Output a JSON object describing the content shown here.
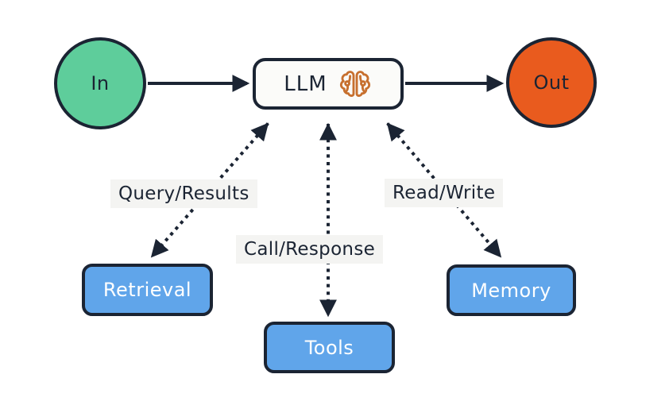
{
  "diagram": {
    "nodes": {
      "input": {
        "label": "In",
        "shape": "circle"
      },
      "llm": {
        "label": "LLM",
        "shape": "rounded-box",
        "icon": "brain-icon"
      },
      "output": {
        "label": "Out",
        "shape": "circle"
      },
      "retrieval": {
        "label": "Retrieval",
        "shape": "rounded-box"
      },
      "tools": {
        "label": "Tools",
        "shape": "rounded-box"
      },
      "memory": {
        "label": "Memory",
        "shape": "rounded-box"
      }
    },
    "edges": {
      "input_to_llm": {
        "from": "input",
        "to": "llm",
        "style": "solid-arrow"
      },
      "llm_to_output": {
        "from": "llm",
        "to": "output",
        "style": "solid-arrow"
      },
      "llm_retrieval": {
        "from": "llm",
        "to": "retrieval",
        "style": "dotted-bidirectional",
        "label": "Query/Results"
      },
      "llm_tools": {
        "from": "llm",
        "to": "tools",
        "style": "dotted-bidirectional",
        "label": "Call/Response"
      },
      "llm_memory": {
        "from": "llm",
        "to": "memory",
        "style": "dotted-bidirectional",
        "label": "Read/Write"
      }
    }
  },
  "colors": {
    "ink": "#1b2433",
    "green": "#5ecd9b",
    "orange": "#e95b1e",
    "blue": "#60a5ea",
    "brain": "#c7702f",
    "node-bg": "#fbfbf9",
    "label-bg": "#f4f4f2",
    "canvas-bg": "#ffffff",
    "box-text": "#ffffff"
  }
}
